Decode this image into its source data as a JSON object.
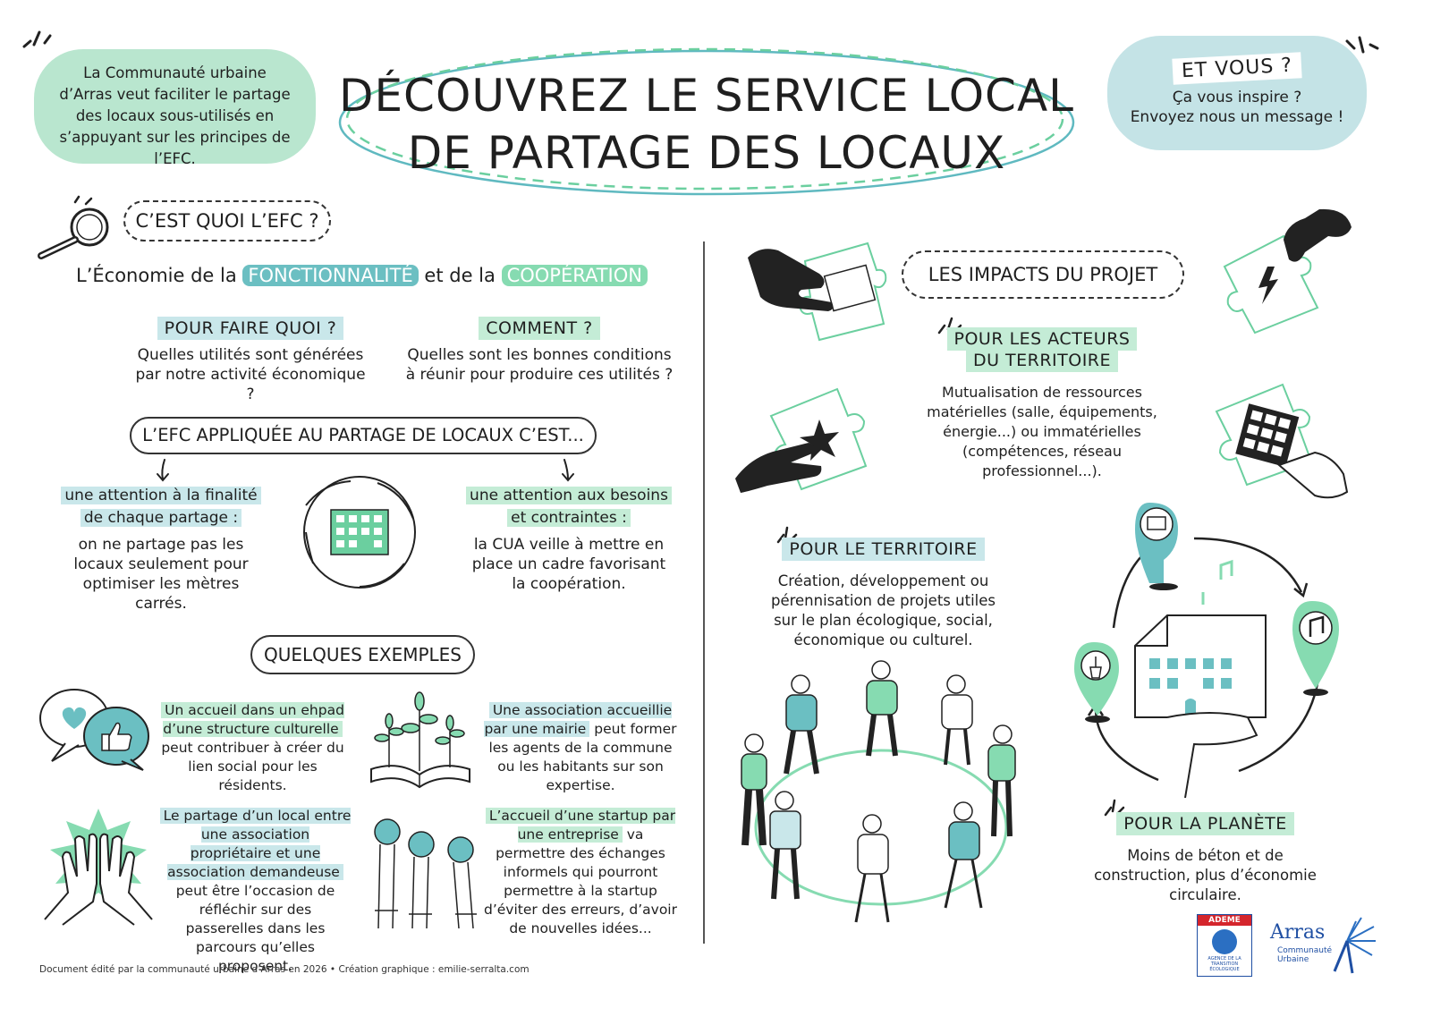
{
  "intro_bubble": "La Communauté urbaine d’Arras veut faciliter le partage des locaux sous-utilisés en s’appuyant sur les principes de l’EFC.",
  "title": {
    "line1": "DÉCOUVREZ LE SERVICE LOCAL",
    "line2": "DE PARTAGE DES LOCAUX"
  },
  "cta": {
    "heading": "ET VOUS ?",
    "line1": "Ça vous inspire ?",
    "line2": "Envoyez nous un message !"
  },
  "efc": {
    "heading": "C’EST QUOI L’EFC ?",
    "def_pre": "L’Économie de la",
    "def_fonct": "FONCTIONNALITÉ",
    "def_mid": "et de la",
    "def_coop": "COOPÉRATION",
    "q1_tag": "POUR FAIRE QUOI ?",
    "q1_text": "Quelles utilités sont générées par notre activité économique ?",
    "q2_tag": "COMMENT ?",
    "q2_text": "Quelles sont les bonnes conditions à réunir pour produire ces utilités ?"
  },
  "applied": {
    "heading": "L’EFC APPLIQUÉE AU PARTAGE DE LOCAUX C’EST...",
    "left_tag_1": "une attention à la finalité",
    "left_tag_2": "de chaque partage :",
    "left_text": "on ne partage pas les locaux seulement pour optimiser les mètres carrés.",
    "right_tag_1": "une attention aux besoins",
    "right_tag_2": "et contraintes :",
    "right_text": "la CUA veille à mettre en place un cadre favorisant la coopération."
  },
  "examples": {
    "heading": "QUELQUES EXEMPLES",
    "ex1_hl": "Un accueil dans un ehpad d’une structure culturelle",
    "ex1_text": "peut contribuer à créer du lien social pour les résidents.",
    "ex2_hl": "Une association accueillie par une mairie",
    "ex2_text": "peut former les agents de la commune ou les habitants sur son expertise.",
    "ex3_hl": "Le partage d’un local entre une association propriétaire et une association demandeuse",
    "ex3_text": "peut être l’occasion de réfléchir sur des passerelles dans les parcours qu’elles proposent.",
    "ex4_hl": "L’accueil d’une startup par une entreprise",
    "ex4_text": "va permettre des échanges informels qui pourront permettre à la startup d’éviter des erreurs, d’avoir de nouvelles idées..."
  },
  "impacts": {
    "heading": "LES IMPACTS DU PROJET",
    "actors_tag_1": "POUR LES ACTEURS",
    "actors_tag_2": "DU TERRITOIRE",
    "actors_text": "Mutualisation de ressources matérielles (salle, équipements, énergie...) ou immatérielles (compétences, réseau professionnel...).",
    "territory_tag": "POUR LE TERRITOIRE",
    "territory_text": "Création, développement ou pérennisation de projets utiles sur le plan écologique, social, économique ou culturel.",
    "planet_tag": "POUR LA PLANÈTE",
    "planet_text": "Moins de béton et de construction, plus d’économie circulaire."
  },
  "footer": "Document édité par la communauté urbaine d’Arras en 2026 • Création graphique : emilie-serralta.com",
  "logos": {
    "ademe": "ADEME",
    "ademe_sub": "AGENCE DE LA TRANSITION ÉCOLOGIQUE",
    "arras": "Arras",
    "arras_sub_1": "Communauté",
    "arras_sub_2": "Urbaine"
  },
  "colors": {
    "teal": "#6bbfc2",
    "mint": "#86dbb1",
    "light_blue": "#c9e7ea",
    "light_green": "#c4ecd6"
  }
}
